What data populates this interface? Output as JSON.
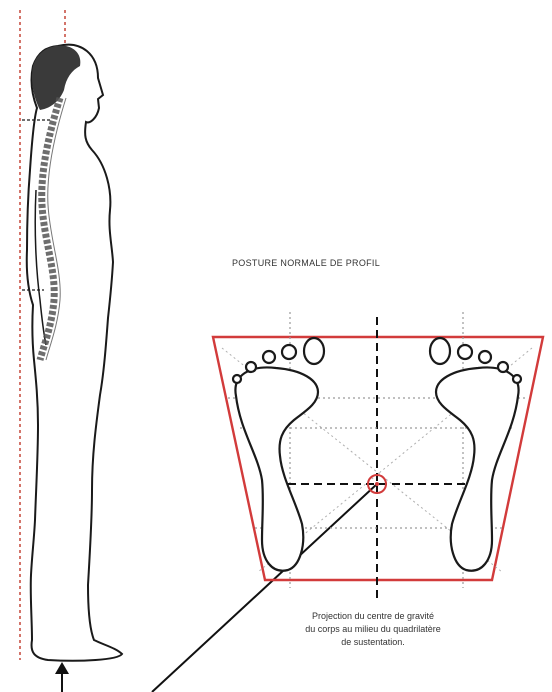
{
  "diagram": {
    "title": "POSTURE NORMALE DE PROFIL",
    "caption_lines": [
      "Projection du centre de gravité",
      "du corps au milieu du quadrilatère",
      "de sustentation."
    ],
    "colors": {
      "outline": "#1a1a1a",
      "plumb_line": "#c0392b",
      "quadrilateral": "#d23b3b",
      "hair": "#3a3a3a",
      "spine": "#555555",
      "grid": "#9a9a9a"
    }
  }
}
